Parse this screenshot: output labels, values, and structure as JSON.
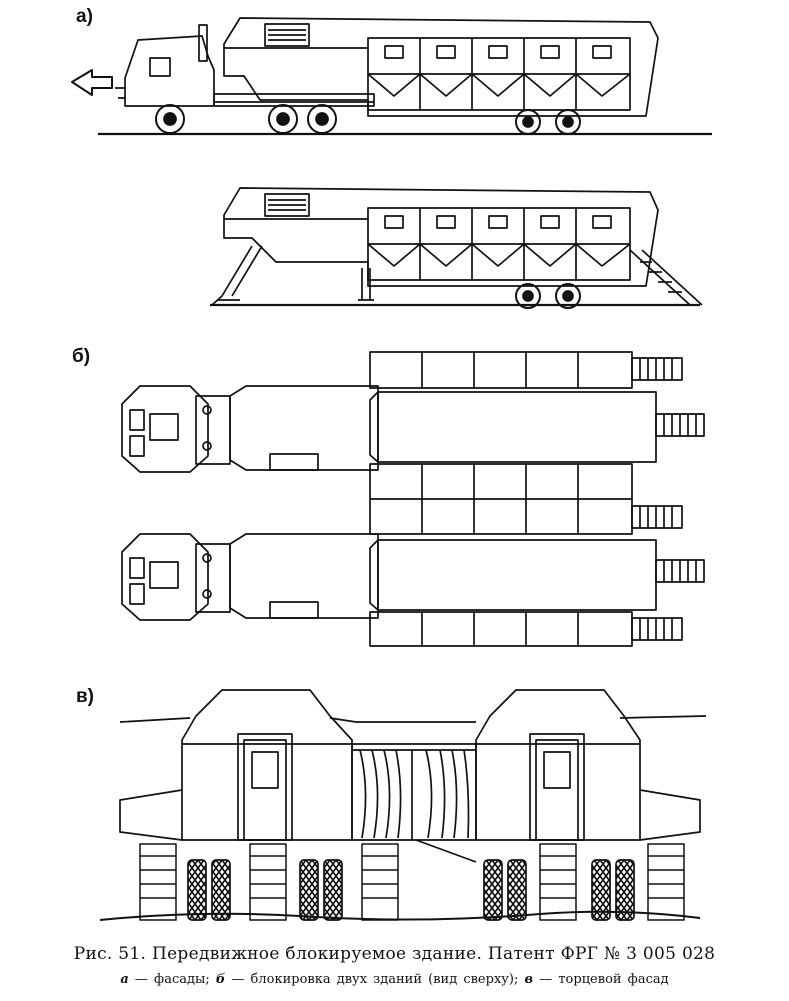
{
  "panels": {
    "a": {
      "label": "а)"
    },
    "b": {
      "label": "б)"
    },
    "v": {
      "label": "в)"
    }
  },
  "caption": {
    "title": "Рис. 51. Передвижное блокируемое здание. Патент ФРГ № 3 005 028",
    "legend": [
      {
        "key": "а",
        "text": "— фасады;"
      },
      {
        "key": "б",
        "text": "— блокировка двух зданий (вид сверху);"
      },
      {
        "key": "в",
        "text": "— торцевой фасад"
      }
    ]
  },
  "colors": {
    "ink": "#111111",
    "paper": "#ffffff"
  }
}
